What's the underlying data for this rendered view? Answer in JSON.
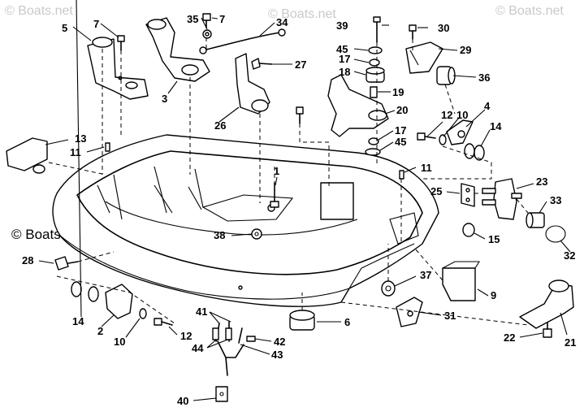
{
  "watermark": "© Boats.net",
  "copyright": "© Boats.net",
  "callouts": [
    {
      "id": "c7a",
      "label": "7"
    },
    {
      "id": "c5",
      "label": "5"
    },
    {
      "id": "c35",
      "label": "35"
    },
    {
      "id": "c7b",
      "label": "7"
    },
    {
      "id": "c34",
      "label": "34"
    },
    {
      "id": "c39",
      "label": "39"
    },
    {
      "id": "c30",
      "label": "30"
    },
    {
      "id": "c45a",
      "label": "45"
    },
    {
      "id": "c17a",
      "label": "17"
    },
    {
      "id": "c29",
      "label": "29"
    },
    {
      "id": "c27",
      "label": "27"
    },
    {
      "id": "c18",
      "label": "18"
    },
    {
      "id": "c36",
      "label": "36"
    },
    {
      "id": "c3",
      "label": "3"
    },
    {
      "id": "c19",
      "label": "19"
    },
    {
      "id": "c26",
      "label": "26"
    },
    {
      "id": "c20",
      "label": "20"
    },
    {
      "id": "c12a",
      "label": "12"
    },
    {
      "id": "c10a",
      "label": "10"
    },
    {
      "id": "c4",
      "label": "4"
    },
    {
      "id": "c14a",
      "label": "14"
    },
    {
      "id": "c17b",
      "label": "17"
    },
    {
      "id": "c45b",
      "label": "45"
    },
    {
      "id": "c13",
      "label": "13"
    },
    {
      "id": "c11a",
      "label": "11"
    },
    {
      "id": "c1",
      "label": "1"
    },
    {
      "id": "c11b",
      "label": "11"
    },
    {
      "id": "c23",
      "label": "23"
    },
    {
      "id": "c25",
      "label": "25"
    },
    {
      "id": "c33",
      "label": "33"
    },
    {
      "id": "c38",
      "label": "38"
    },
    {
      "id": "c15",
      "label": "15"
    },
    {
      "id": "c32",
      "label": "32"
    },
    {
      "id": "c28",
      "label": "28"
    },
    {
      "id": "c37",
      "label": "37"
    },
    {
      "id": "c9",
      "label": "9"
    },
    {
      "id": "c14b",
      "label": "14"
    },
    {
      "id": "c2",
      "label": "2"
    },
    {
      "id": "c10b",
      "label": "10"
    },
    {
      "id": "c12b",
      "label": "12"
    },
    {
      "id": "c6",
      "label": "6"
    },
    {
      "id": "c31",
      "label": "31"
    },
    {
      "id": "c41",
      "label": "41"
    },
    {
      "id": "c42",
      "label": "42"
    },
    {
      "id": "c44",
      "label": "44"
    },
    {
      "id": "c43",
      "label": "43"
    },
    {
      "id": "c22",
      "label": "22"
    },
    {
      "id": "c21",
      "label": "21"
    },
    {
      "id": "c40",
      "label": "40"
    }
  ]
}
